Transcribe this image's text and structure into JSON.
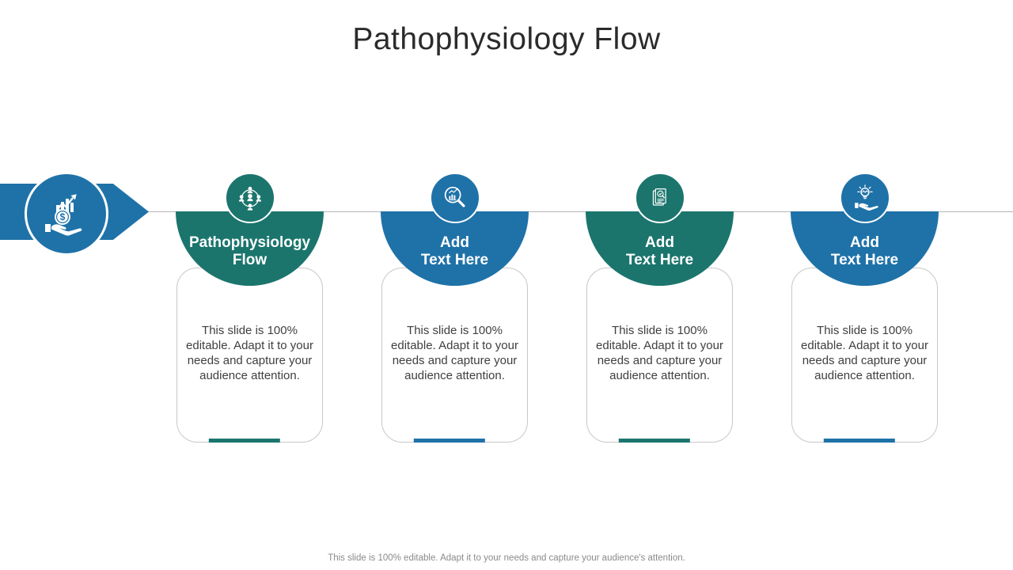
{
  "slide_title": "Pathophysiology Flow",
  "footer_note": "This slide is 100% editable. Adapt it to your needs and capture your audience's attention.",
  "colors": {
    "teal": "#1B756D",
    "blue": "#1F72A8",
    "title_text": "#2B2B2B",
    "body_text": "#3F3F3F",
    "footer_text": "#8A8A8A",
    "line": "#B5B5B5",
    "card_border": "#C8C8C8",
    "icon_foreground": "#FFFFFF"
  },
  "intro_marker": {
    "icon": "hand-holding-dollar-growth-icon",
    "coin_symbol": "$",
    "color": "blue"
  },
  "cards": [
    {
      "icon": "people-network-icon",
      "color": "teal",
      "title_line1": "Pathophysiology",
      "title_line2": "Flow",
      "body": "This slide is 100% editable. Adapt it to your needs and capture your audience attention."
    },
    {
      "icon": "search-chart-icon",
      "color": "blue",
      "title_line1": "Add",
      "title_line2": "Text Here",
      "body": "This slide is 100% editable. Adapt it to your needs and capture your audience attention."
    },
    {
      "icon": "document-review-icon",
      "color": "teal",
      "title_line1": "Add",
      "title_line2": "Text Here",
      "body": "This slide is 100% editable. Adapt it to your needs and capture your audience attention."
    },
    {
      "icon": "idea-hand-icon",
      "color": "blue",
      "title_line1": "Add",
      "title_line2": "Text Here",
      "body": "This slide is 100% editable. Adapt it to your needs and capture your audience attention."
    }
  ]
}
